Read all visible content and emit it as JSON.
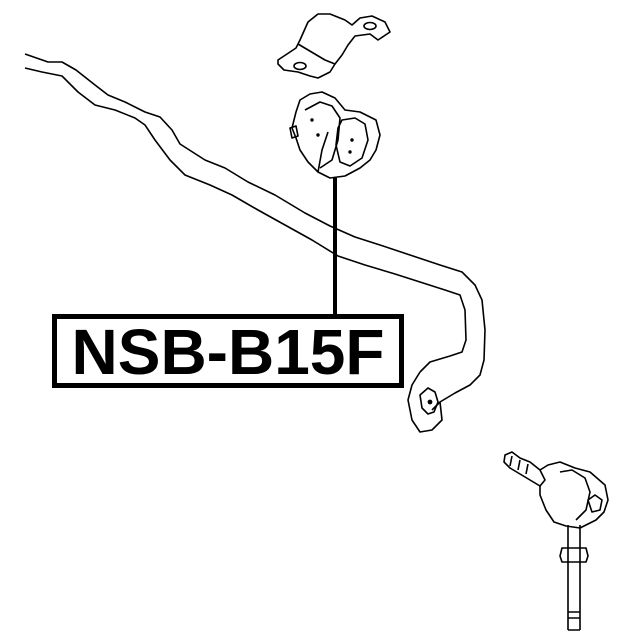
{
  "diagram": {
    "part_number": "NSB-B15F",
    "components": [
      {
        "name": "stabilizer-bar",
        "description": "Sway bar with end eye"
      },
      {
        "name": "bushing-clamp-bracket",
        "description": "Mounting bracket"
      },
      {
        "name": "stabilizer-bushing",
        "description": "Highlighted part (rubber bushing)"
      },
      {
        "name": "stabilizer-link",
        "description": "End link with ball joint"
      }
    ],
    "colors": {
      "line": "#000000",
      "background": "#ffffff"
    }
  }
}
